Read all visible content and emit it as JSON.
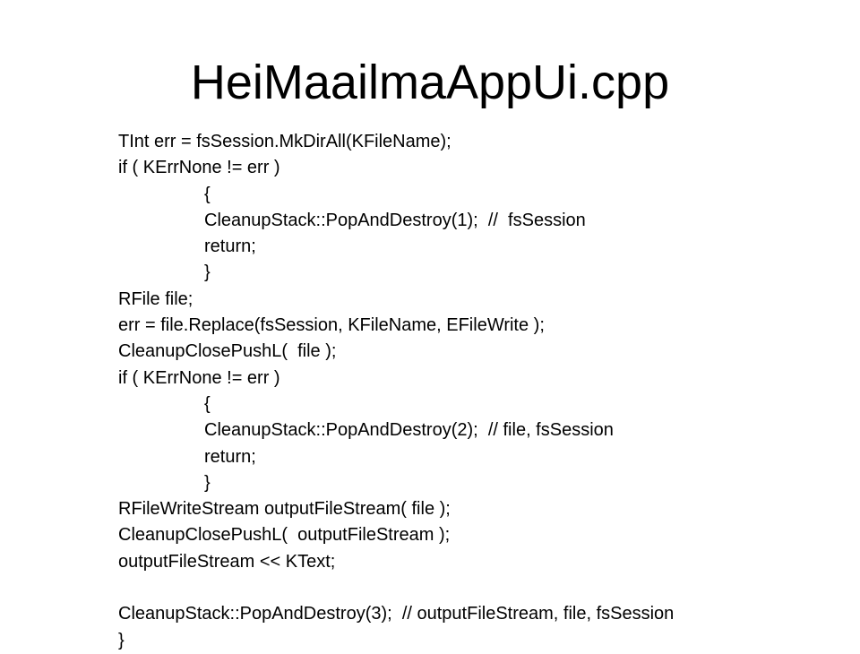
{
  "slide": {
    "title": "HeiMaailmaAppUi.cpp",
    "code_lines": [
      {
        "text": "TInt err = fsSession.MkDirAll(KFileName);",
        "indent": 0
      },
      {
        "text": "if ( KErrNone != err )",
        "indent": 0
      },
      {
        "text": "{",
        "indent": 1
      },
      {
        "text": "CleanupStack::PopAndDestroy(1);  //  fsSession",
        "indent": 1
      },
      {
        "text": "return;",
        "indent": 1
      },
      {
        "text": "}",
        "indent": 1
      },
      {
        "text": "RFile file;",
        "indent": 0
      },
      {
        "text": "err = file.Replace(fsSession, KFileName, EFileWrite );",
        "indent": 0
      },
      {
        "text": "CleanupClosePushL(  file );",
        "indent": 0
      },
      {
        "text": "if ( KErrNone != err )",
        "indent": 0
      },
      {
        "text": "{",
        "indent": 1
      },
      {
        "text": "CleanupStack::PopAndDestroy(2);  // file, fsSession",
        "indent": 1
      },
      {
        "text": "return;",
        "indent": 1
      },
      {
        "text": "}",
        "indent": 1
      },
      {
        "text": "RFileWriteStream outputFileStream( file );",
        "indent": 0
      },
      {
        "text": "CleanupClosePushL(  outputFileStream );",
        "indent": 0
      },
      {
        "text": "outputFileStream << KText;",
        "indent": 0
      },
      {
        "text": "",
        "indent": 0
      },
      {
        "text": "CleanupStack::PopAndDestroy(3);  // outputFileStream, file, fsSession",
        "indent": 0
      },
      {
        "text": "}",
        "indent": 0
      }
    ]
  }
}
